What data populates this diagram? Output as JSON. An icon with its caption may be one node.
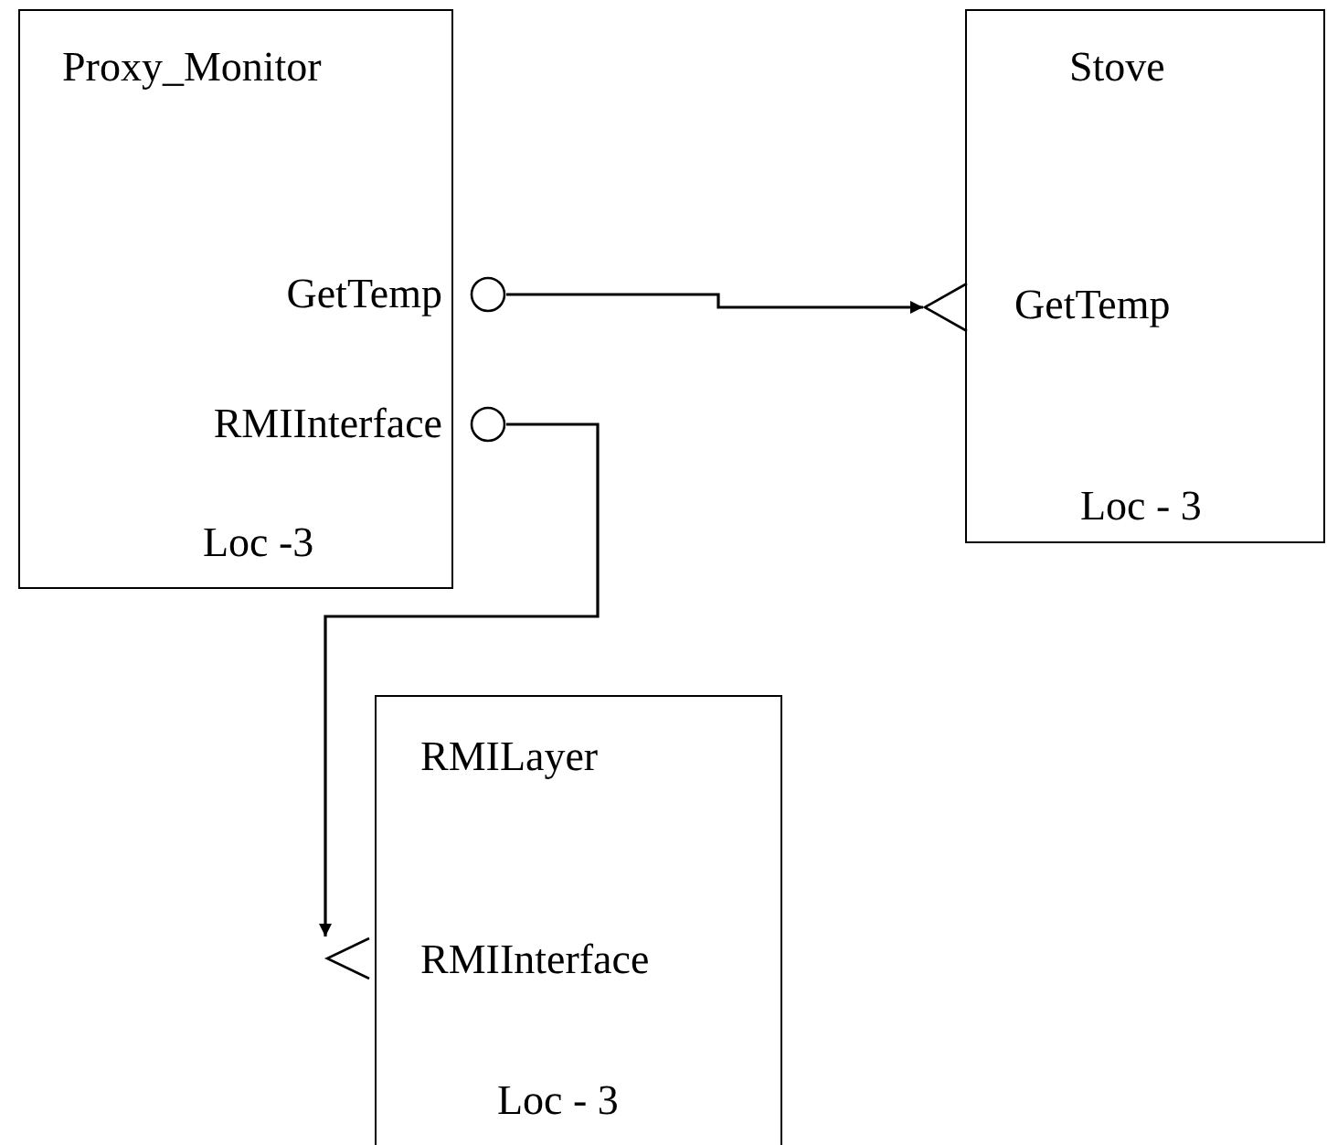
{
  "diagram": {
    "nodes": [
      {
        "text": [
          "Proxy_Monitor",
          "Loc -3"
        ]
      },
      {
        "text": [
          "GetTemp"
        ]
      },
      {
        "text": [
          "RMIInterface"
        ]
      },
      {
        "text": [
          "Stove",
          "Loc - 3"
        ]
      },
      {
        "text": [
          "GetTemp"
        ]
      },
      {
        "text": [
          "RMILayer",
          "Loc - 3"
        ]
      },
      {
        "text": [
          "RMIInterface"
        ]
      }
    ],
    "edges": [
      {
        "from": 1,
        "to": 4,
        "arrow": "to"
      },
      {
        "from": 2,
        "to": 6,
        "arrow": "to"
      }
    ]
  }
}
